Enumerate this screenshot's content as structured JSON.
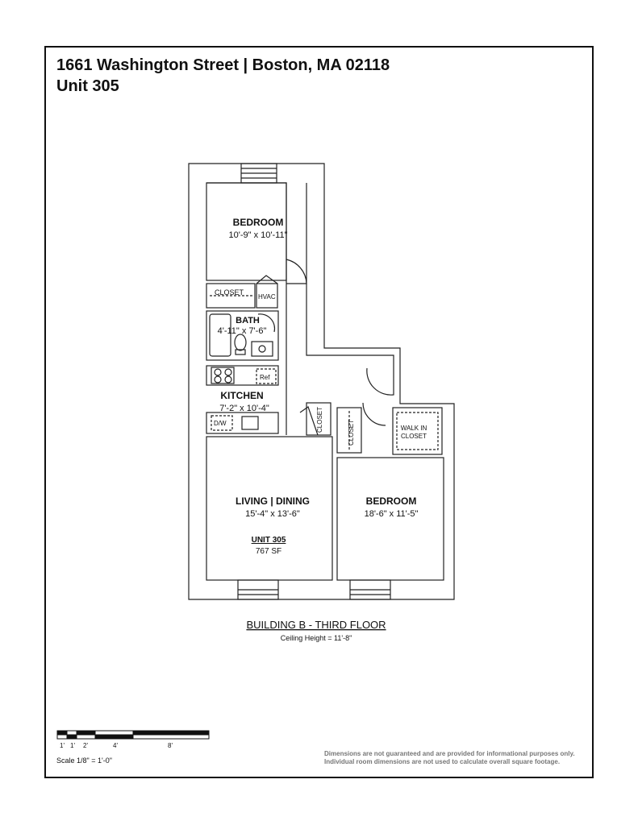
{
  "header": {
    "address": "1661 Washington Street | Boston, MA 02118",
    "unit": "Unit 305"
  },
  "rooms": {
    "bedroom_1": {
      "name": "BEDROOM",
      "dims": "10'-9\" x 10'-11\""
    },
    "closet_1": "CLOSET",
    "hvac": "HVAC",
    "bath": {
      "name": "BATH",
      "dims": "4'-11\" x 7'-6\""
    },
    "ref": "Ref",
    "kitchen": {
      "name": "KITCHEN",
      "dims": "7'-2\" x 10'-4\""
    },
    "dw": "D/W",
    "closet_2": "CLOSET",
    "closet_3": "CLOSET",
    "walk_in_closet": {
      "line1": "WALK IN",
      "line2": "CLOSET"
    },
    "living": {
      "name": "LIVING | DINING",
      "dims": "15'-4\" x 13'-6\""
    },
    "unit_label": "UNIT 305",
    "unit_sf": "767 SF",
    "bedroom_2": {
      "name": "BEDROOM",
      "dims": "18'-6\" x 11'-5\""
    }
  },
  "floor": {
    "title": "BUILDING B - THIRD FLOOR",
    "ceiling": "Ceiling Height = 11'-8\""
  },
  "scale": {
    "ticks": [
      "1'",
      "1'",
      "2'",
      "4'",
      "8'"
    ],
    "label": "Scale  1/8\" = 1'-0\""
  },
  "disclaimer": {
    "line1": "Dimensions are not guaranteed and are provided for informational purposes only.",
    "line2": "Individual room dimensions are not used to calculate overall square footage."
  }
}
